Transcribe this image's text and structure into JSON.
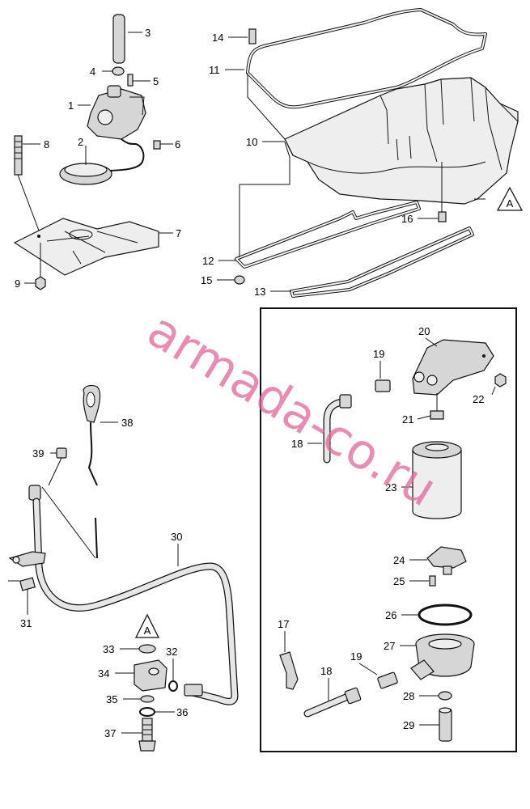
{
  "watermark": "armada-co.ru",
  "reference_marker": "A",
  "callouts": {
    "c1": "1",
    "c2": "2",
    "c3": "3",
    "c4": "4",
    "c5": "5",
    "c6": "6",
    "c7": "7",
    "c8": "8",
    "c9": "9",
    "c10": "10",
    "c11": "11",
    "c12": "12",
    "c13": "13",
    "c14": "14",
    "c15": "15",
    "c16": "16",
    "c17": "17",
    "c18a": "18",
    "c18b": "18",
    "c19a": "19",
    "c19b": "19",
    "c20": "20",
    "c21": "21",
    "c22": "22",
    "c23": "23",
    "c24": "24",
    "c25": "25",
    "c26": "26",
    "c27": "27",
    "c28": "28",
    "c29": "29",
    "c30": "30",
    "c31": "31",
    "c32": "32",
    "c33": "33",
    "c34": "34",
    "c35": "35",
    "c36": "36",
    "c37": "37",
    "c38": "38",
    "c39": "39"
  },
  "colors": {
    "watermark": "#e0669a",
    "line": "#111111",
    "part_fill": "#d6d6d6"
  }
}
